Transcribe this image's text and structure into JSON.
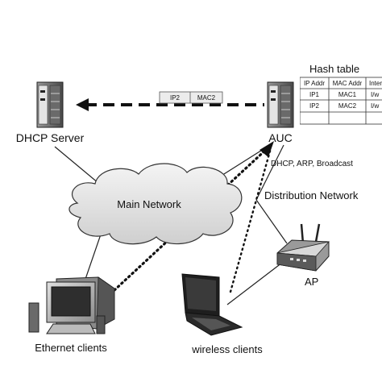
{
  "nodes": {
    "dhcp_server": "DHCP Server",
    "auc": "AUC",
    "main_network": "Main Network",
    "distribution_network": "Distribution Network",
    "ap": "AP",
    "ethernet_clients": "Ethernet clients",
    "wireless_clients": "wireless clients"
  },
  "broadcast_label": "DHCP, ARP, Broadcast",
  "packet": {
    "field1": "IP2",
    "field2": "MAC2"
  },
  "hash_table": {
    "title": "Hash table",
    "headers": [
      "IP Addr",
      "MAC Addr",
      "Interface"
    ],
    "rows": [
      [
        "IP1",
        "MAC1",
        "I/w"
      ],
      [
        "IP2",
        "MAC2",
        "I/w"
      ],
      [
        "",
        "",
        ""
      ]
    ]
  }
}
